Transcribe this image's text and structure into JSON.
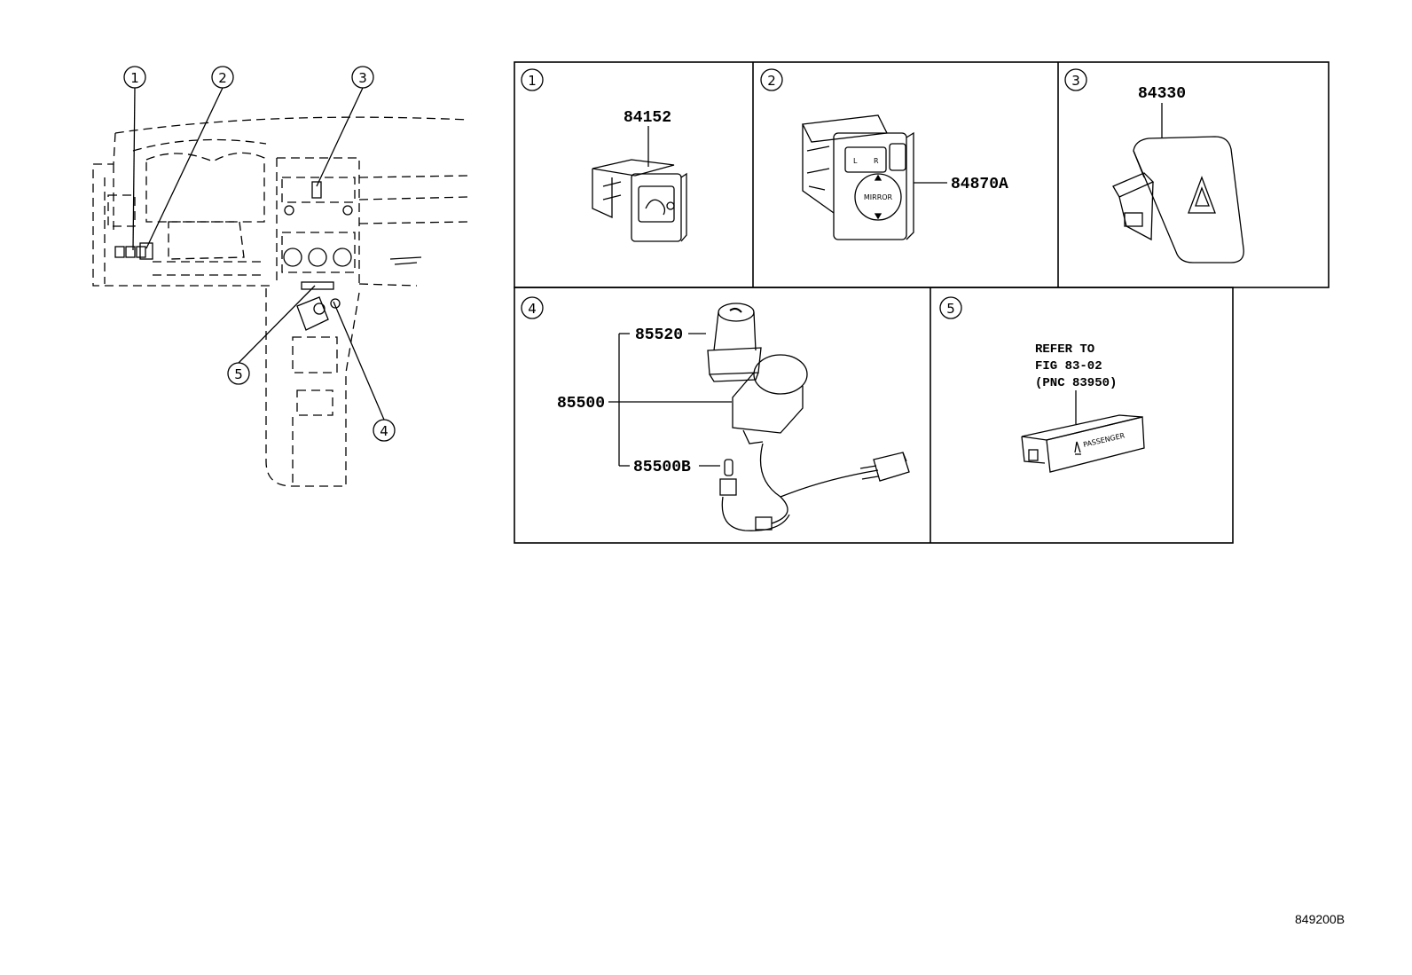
{
  "overview": {
    "callouts": [
      "1",
      "2",
      "3",
      "4",
      "5"
    ]
  },
  "panels": [
    {
      "index": "1",
      "parts": [
        "84152"
      ]
    },
    {
      "index": "2",
      "parts": [
        "84870A"
      ],
      "switch_labels": {
        "left": "L",
        "right": "R",
        "knob": "MIRROR"
      }
    },
    {
      "index": "3",
      "parts": [
        "84330"
      ]
    },
    {
      "index": "4",
      "parts": [
        "85520",
        "85500",
        "85500B"
      ]
    },
    {
      "index": "5",
      "refer": [
        "REFER TO",
        "FIG 83-02",
        "(PNC 83950)"
      ],
      "switch_label": "PASSENGER"
    }
  ],
  "diagram_id": "849200B"
}
